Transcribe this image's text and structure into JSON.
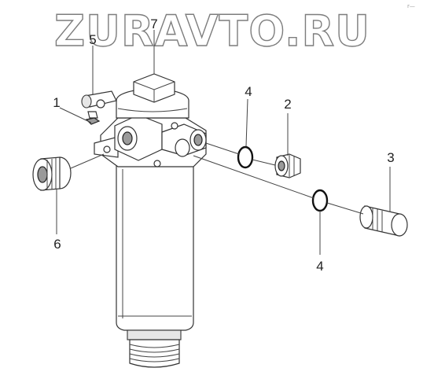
{
  "watermark": "ZURAVTO.RU",
  "corner_mark": "r—",
  "callouts": {
    "c1": "1",
    "c2": "2",
    "c3": "3",
    "c4a": "4",
    "c4b": "4",
    "c5": "5",
    "c6": "6",
    "c7": "7"
  },
  "colors": {
    "line": "#333333",
    "fill": "#ffffff",
    "watermark_stroke": "#7d7d7d"
  }
}
